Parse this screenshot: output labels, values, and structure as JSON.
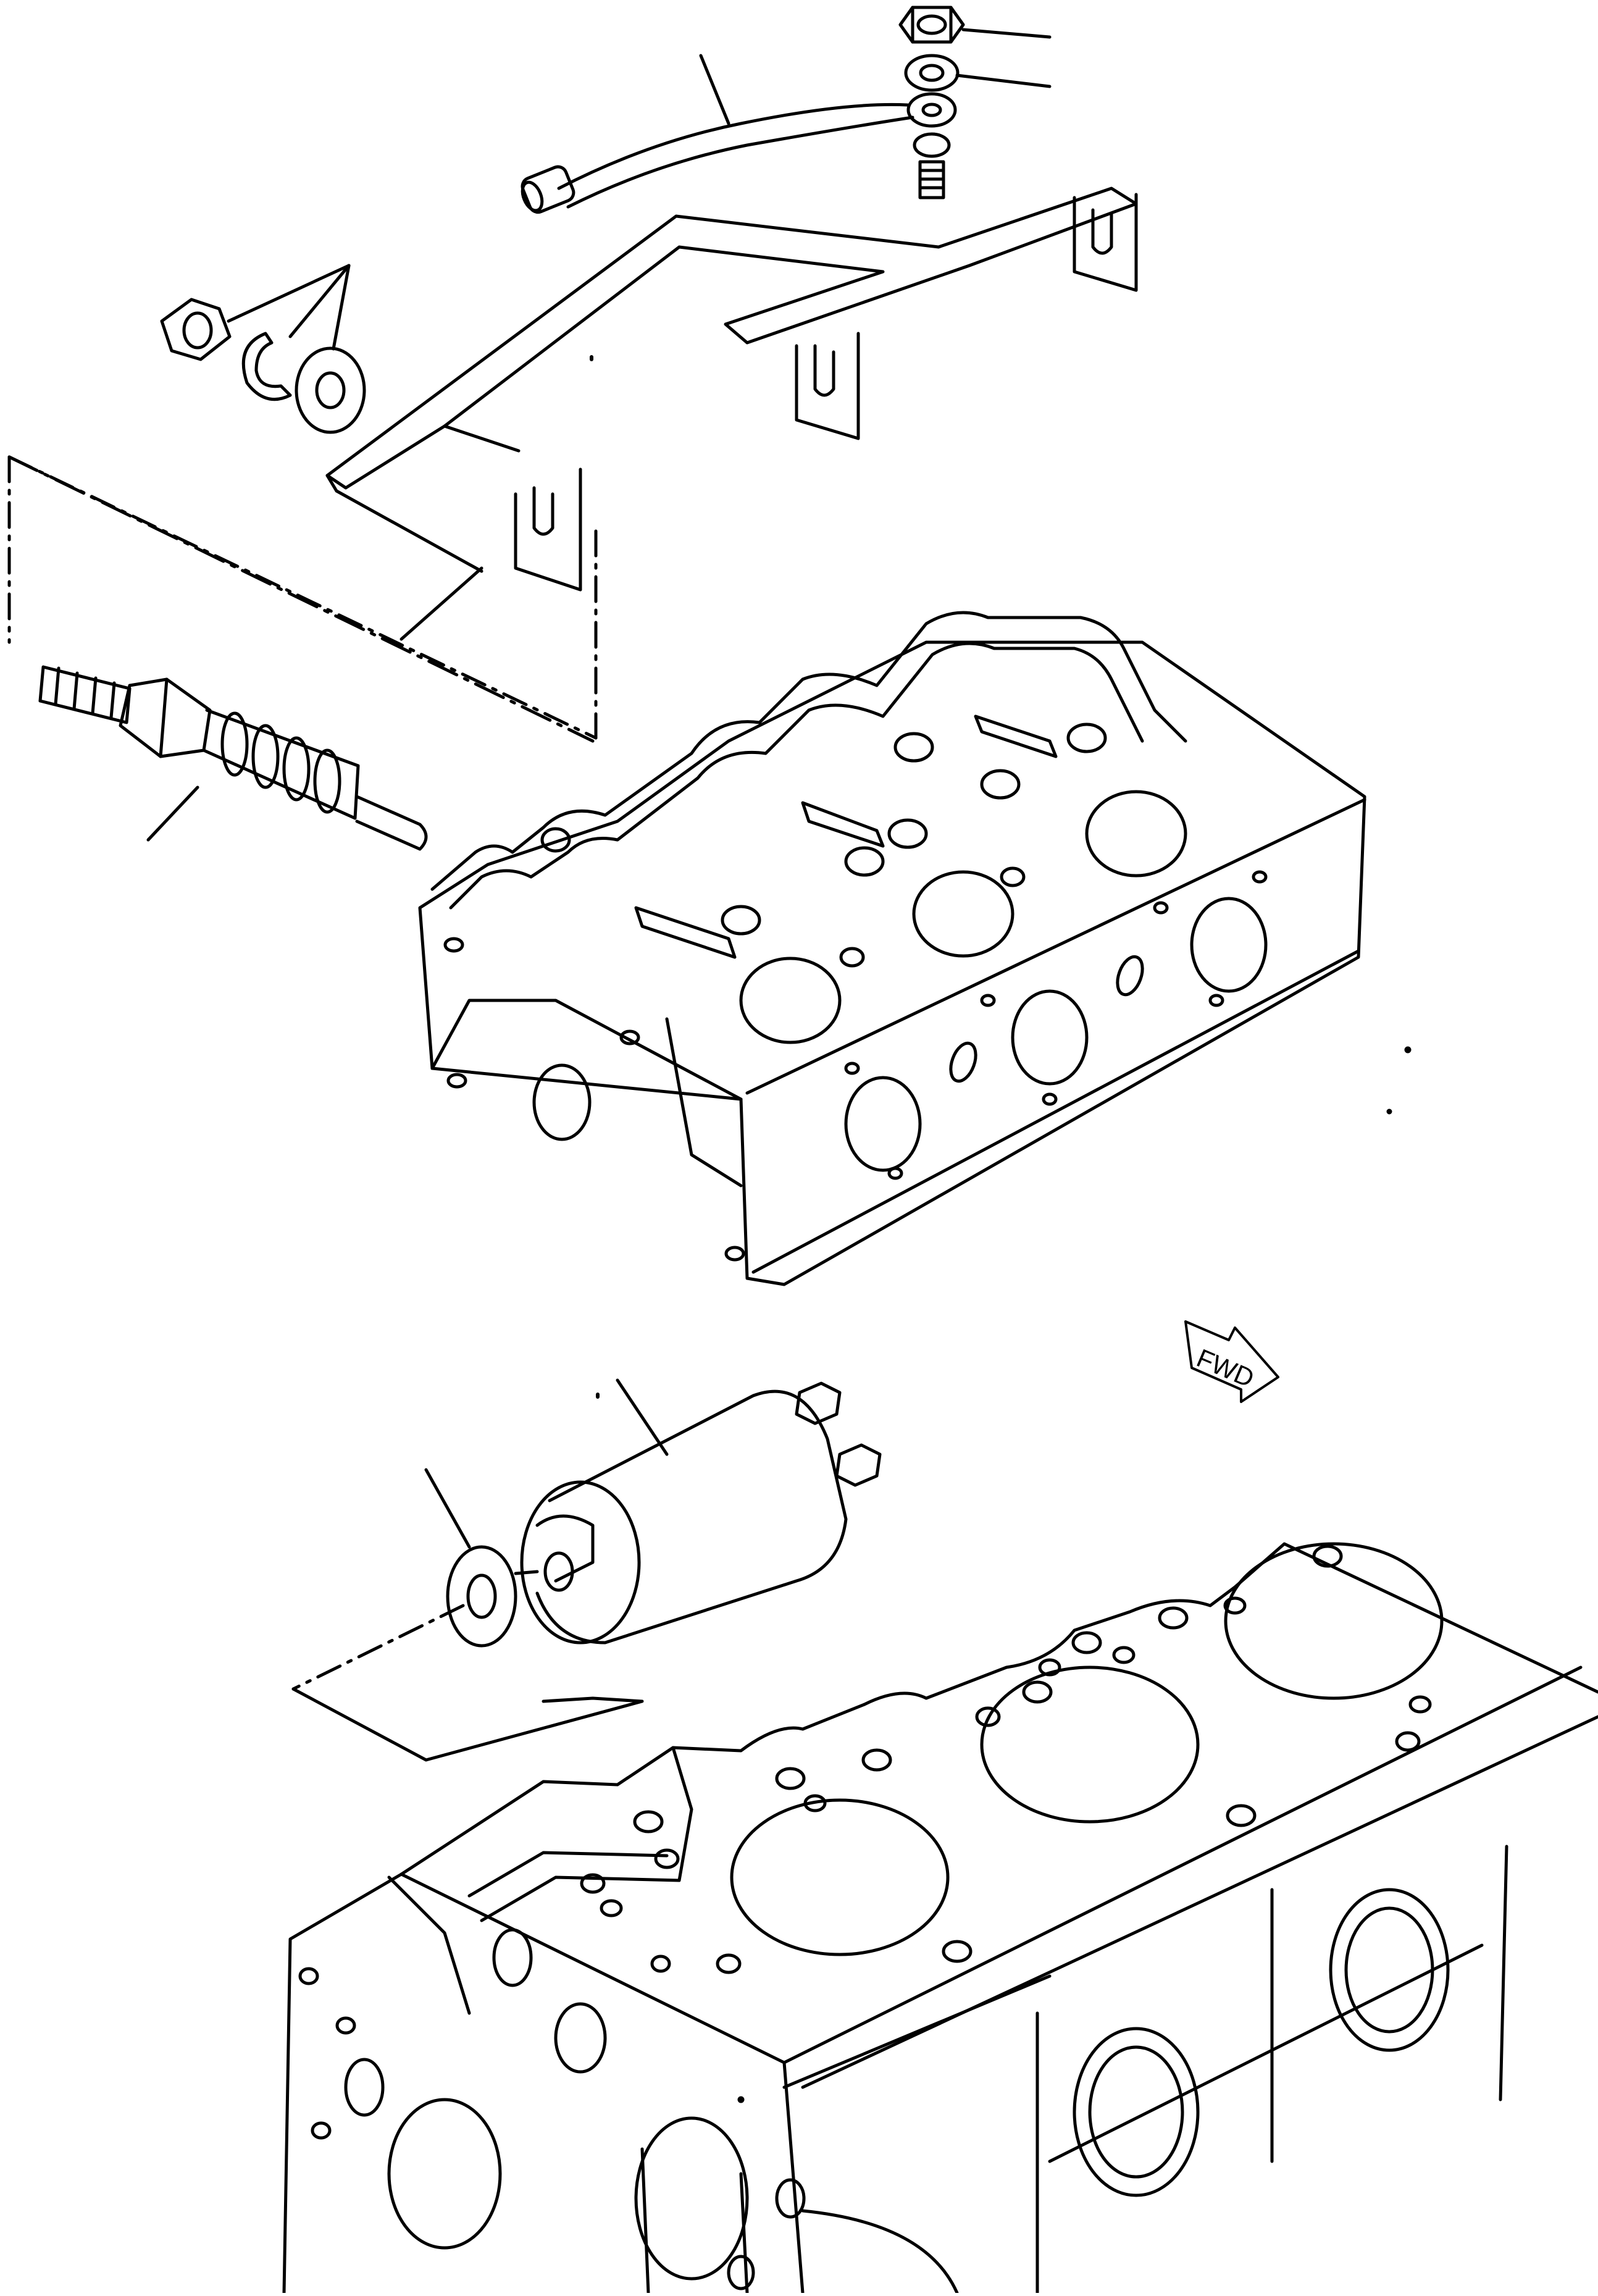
{
  "figure": {
    "type": "exploded parts diagram",
    "line_color": "#000000",
    "background": "#ffffff"
  },
  "fwd_indicator": {
    "label": "FWD"
  },
  "parts": [
    {
      "id": "nut-top",
      "icon": "hex-nut-icon"
    },
    {
      "id": "washer-top",
      "icon": "washer-icon"
    },
    {
      "id": "fuel-line",
      "icon": "fuel-line-icon"
    },
    {
      "id": "stud",
      "icon": "stud-icon"
    },
    {
      "id": "injector-leak-off-bracket",
      "icon": "bracket-icon"
    },
    {
      "id": "nut-washer-set",
      "icon": "hardware-set-icon"
    },
    {
      "id": "glow-plug",
      "icon": "glow-plug-icon"
    },
    {
      "id": "cylinder-head",
      "icon": "cylinder-head-icon"
    },
    {
      "id": "solenoid",
      "icon": "solenoid-icon"
    },
    {
      "id": "sealing-washer",
      "icon": "washer-icon"
    },
    {
      "id": "cylinder-block",
      "icon": "cylinder-block-icon"
    }
  ]
}
